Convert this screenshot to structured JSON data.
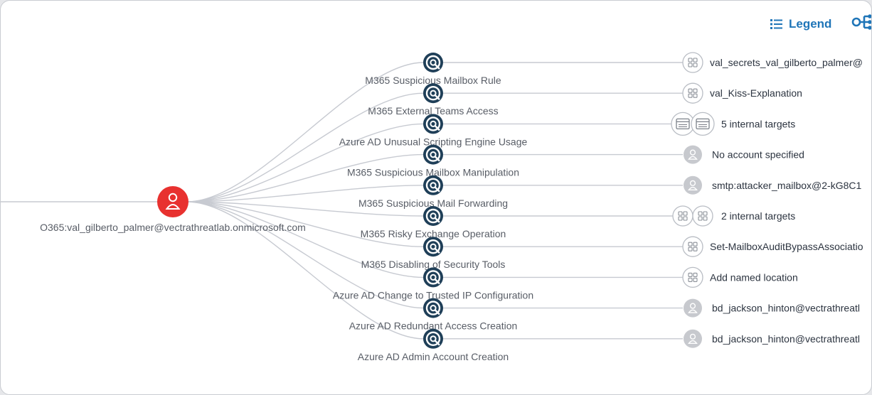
{
  "toolbar": {
    "legend_label": "Legend",
    "legend_icon": "list-icon",
    "layout_icon": "hierarchy-icon"
  },
  "colors": {
    "root": "#e8312f",
    "detection": "#1f3f58",
    "accent": "#1f75b8",
    "edge": "#c7cad1",
    "icon_outline": "#b9bdc4",
    "account_fill": "#c7c9ce"
  },
  "root": {
    "label": "O365:val_gilberto_palmer@vectrathreatlab.onmicrosoft.com",
    "icon": "user-icon"
  },
  "detections": [
    {
      "name": "M365 Suspicious Mailbox Rule",
      "target": {
        "type": "generic",
        "count": 1,
        "label": "val_secrets_val_gilberto_palmer@"
      }
    },
    {
      "name": "M365 External Teams Access",
      "target": {
        "type": "generic",
        "count": 1,
        "label": "val_Kiss-Explanation"
      }
    },
    {
      "name": "Azure AD Unusual Scripting Engine Usage",
      "target": {
        "type": "host",
        "count": 2,
        "label": "5 internal targets"
      }
    },
    {
      "name": "M365 Suspicious Mailbox Manipulation",
      "target": {
        "type": "account",
        "count": 1,
        "label": "No account specified"
      }
    },
    {
      "name": "M365 Suspicious Mail Forwarding",
      "target": {
        "type": "account",
        "count": 1,
        "label": "smtp:attacker_mailbox@2-kG8C1"
      }
    },
    {
      "name": "M365 Risky Exchange Operation",
      "target": {
        "type": "generic",
        "count": 2,
        "label": "2 internal targets"
      }
    },
    {
      "name": "M365 Disabling of Security Tools",
      "target": {
        "type": "generic",
        "count": 1,
        "label": "Set-MailboxAuditBypassAssociatio"
      }
    },
    {
      "name": "Azure AD Change to Trusted IP Configuration",
      "target": {
        "type": "generic",
        "count": 1,
        "label": "Add named location"
      }
    },
    {
      "name": "Azure AD Redundant Access Creation",
      "target": {
        "type": "account",
        "count": 1,
        "label": "bd_jackson_hinton@vectrathreatl"
      }
    },
    {
      "name": "Azure AD Admin Account Creation",
      "target": {
        "type": "account",
        "count": 1,
        "label": "bd_jackson_hinton@vectrathreatl"
      }
    }
  ]
}
